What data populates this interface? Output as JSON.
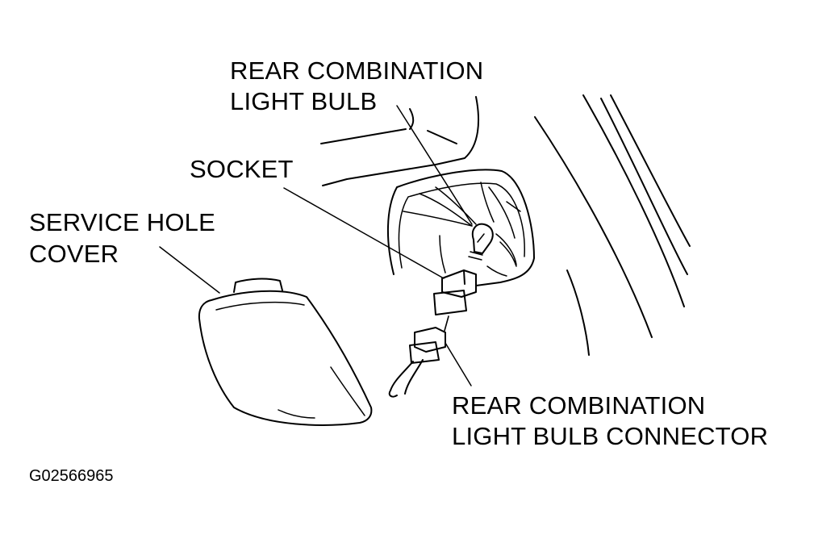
{
  "labels": {
    "bulb_line1": "REAR COMBINATION",
    "bulb_line2": "LIGHT BULB",
    "socket": "SOCKET",
    "cover_line1": "SERVICE HOLE",
    "cover_line2": "COVER",
    "connector_line1": "REAR COMBINATION",
    "connector_line2": "LIGHT BULB CONNECTOR"
  },
  "figure_code": "G02566965"
}
